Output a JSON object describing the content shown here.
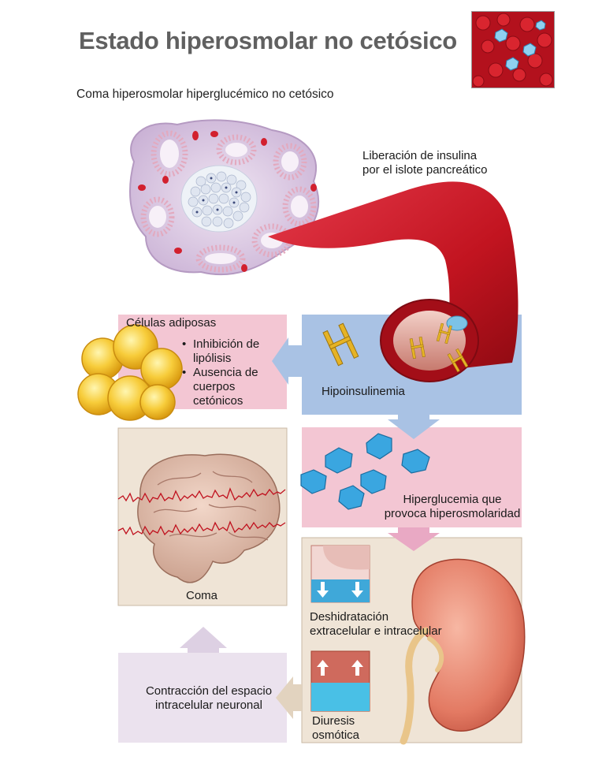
{
  "header": {
    "title": "Estado hiperosmolar no cetósico",
    "subtitle": "Coma hiperosmolar hiperglucémico no cetósico"
  },
  "labels": {
    "insulin_release": [
      "Liberación de insulina",
      "por el islote pancreático"
    ],
    "adipose_title": "Células adiposas",
    "adipose_bullets": [
      "Inhibición de lipólisis",
      "Ausencia de cuerpos cetónicos"
    ],
    "hypoinsulinemia": "Hipoinsulinemia",
    "hyperglycemia": [
      "Hiperglucemia que",
      "provoca hiperosmolaridad"
    ],
    "dehydration": [
      "Deshidratación",
      "extracelular e intracelular"
    ],
    "osmotic_diuresis": [
      "Diuresis",
      "osmótica"
    ],
    "neuronal_contraction": [
      "Contracción del espacio",
      "intracelular neuronal"
    ],
    "coma": "Coma"
  },
  "colors": {
    "pink_box": "#f3c6d3",
    "blue_box": "#a9c2e4",
    "beige_box": "#efe4d6",
    "lavender_box": "#ebe2ee",
    "vessel_red": "#c8141f",
    "kidney": "#e8826e",
    "glucose_blue": "#3aa6e0",
    "insulin_gold": "#e6b325",
    "arrow_blue": "#a9c2e4",
    "arrow_pink": "#e9a9c4",
    "arrow_beige": "#e2d3bf",
    "arrow_lavender": "#ddd0e3"
  },
  "icons": [
    "pancreatic-islet-icon",
    "blood-vessel-icon",
    "insulin-molecule-icon",
    "fat-cells-icon",
    "glucose-crystal-icon",
    "brain-icon",
    "eeg-wave-icon",
    "kidney-icon",
    "dehydration-panel-icon",
    "diuresis-panel-icon",
    "thumbnail-blood-vessel-icon"
  ]
}
